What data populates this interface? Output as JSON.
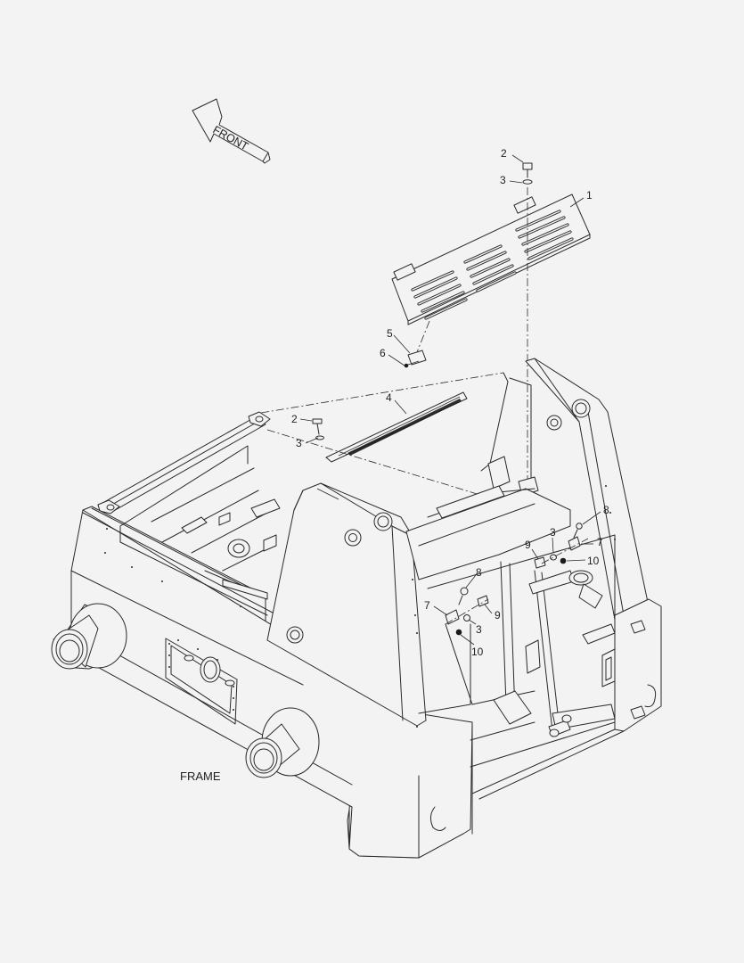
{
  "diagram": {
    "direction_label": "FRONT",
    "assembly_label": "FRAME",
    "callouts": [
      {
        "id": "c-1",
        "text": "1"
      },
      {
        "id": "c-2a",
        "text": "2"
      },
      {
        "id": "c-3a",
        "text": "3"
      },
      {
        "id": "c-4",
        "text": "4"
      },
      {
        "id": "c-5",
        "text": "5"
      },
      {
        "id": "c-6",
        "text": "6"
      },
      {
        "id": "c-2b",
        "text": "2"
      },
      {
        "id": "c-3b",
        "text": "3"
      },
      {
        "id": "c-8a",
        "text": "8"
      },
      {
        "id": "c-9a",
        "text": "9"
      },
      {
        "id": "c-3c",
        "text": "3"
      },
      {
        "id": "c-7a",
        "text": "7"
      },
      {
        "id": "c-10a",
        "text": "10"
      },
      {
        "id": "c-8b",
        "text": "8"
      },
      {
        "id": "c-7b",
        "text": "7"
      },
      {
        "id": "c-9b",
        "text": "9"
      },
      {
        "id": "c-3d",
        "text": "3"
      },
      {
        "id": "c-10b",
        "text": "10"
      }
    ],
    "colors": {
      "background": "#f3f3f3",
      "line": "#2a2a2a"
    }
  }
}
